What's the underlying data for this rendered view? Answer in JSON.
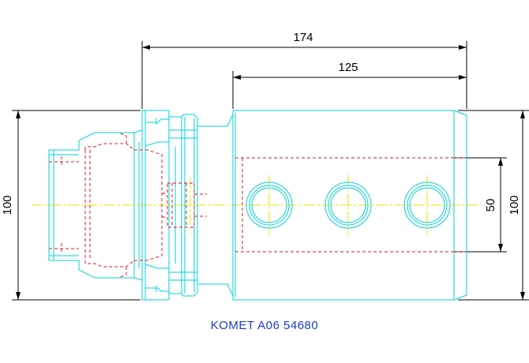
{
  "dimensions": {
    "overall_length": "174",
    "body_length": "125",
    "left_height": "100",
    "right_height": "100",
    "hole_spacing": "50"
  },
  "caption": "KOMET A06 54680",
  "colors": {
    "outline": "#00d0d8",
    "hidden": "#e0141e",
    "centerline": "#e8e000",
    "dimension": "#000000",
    "caption": "#1a3cc8",
    "background": "#ffffff"
  }
}
